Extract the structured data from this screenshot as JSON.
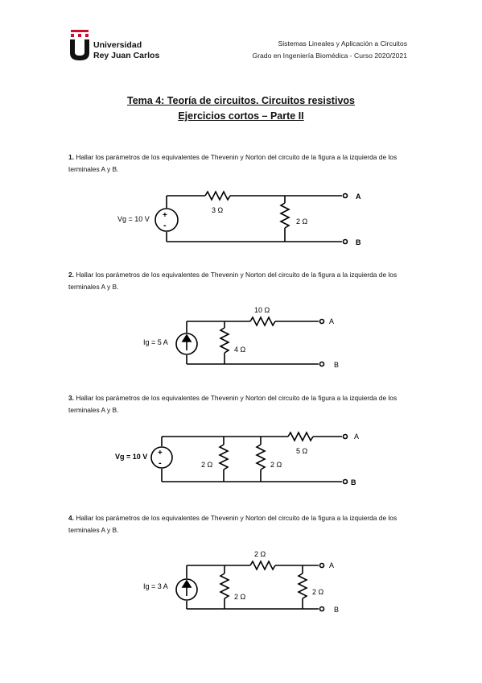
{
  "header": {
    "logo_line1": "Universidad",
    "logo_line2": "Rey Juan Carlos",
    "course_line1": "Sistemas Lineales y Aplicación a Circuitos",
    "course_line2": "Grado en Ingeniería Biomédica - Curso 2020/2021"
  },
  "title": {
    "line1": "Tema 4: Teoría de circuitos. Circuitos resistivos",
    "line2": "Ejercicios cortos – Parte II"
  },
  "exercises": [
    {
      "number": "1.",
      "text": "Hallar los parámetros de los equivalentes de Thevenin y Norton del circuito de la figura a la izquierda de los terminales A y B.",
      "circuit": {
        "source": "Vg = 10 V",
        "r_series": "3 Ω",
        "r_shunt": "2 Ω",
        "terminal_a": "A",
        "terminal_b": "B"
      }
    },
    {
      "number": "2.",
      "text": "Hallar los parámetros de los equivalentes de Thevenin y Norton del circuito de la figura a la izquierda de los terminales A y B.",
      "circuit": {
        "source": "Ig = 5 A",
        "r_series": "10 Ω",
        "r_shunt": "4 Ω",
        "terminal_a": "A",
        "terminal_b": "B"
      }
    },
    {
      "number": "3.",
      "text": "Hallar los parámetros de los equivalentes de Thevenin y Norton del circuito de la figura a la izquierda de los terminales A y B.",
      "circuit": {
        "source": "Vg = 10 V",
        "r_shunt1": "2 Ω",
        "r_shunt2": "2 Ω",
        "r_series": "5 Ω",
        "terminal_a": "A",
        "terminal_b": "B"
      }
    },
    {
      "number": "4.",
      "text": "Hallar los parámetros de los equivalentes de Thevenin y Norton del circuito de la figura a la izquierda de los terminales A y B.",
      "circuit": {
        "source": "Ig = 3 A",
        "r_shunt1": "2 Ω",
        "r_series": "2 Ω",
        "r_shunt2": "2 Ω",
        "terminal_a": "A",
        "terminal_b": "B"
      }
    }
  ]
}
